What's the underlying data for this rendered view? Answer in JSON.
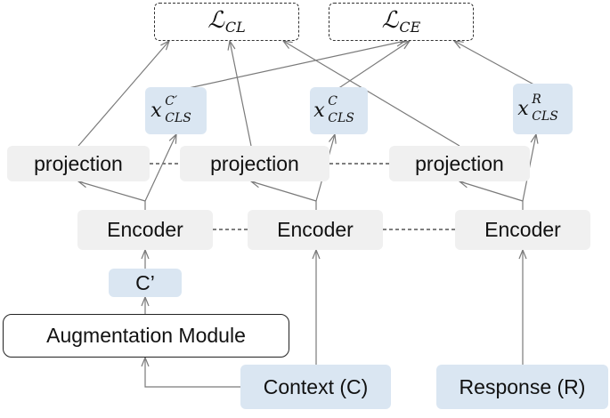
{
  "losses": {
    "cl": {
      "symbol": "ℒ",
      "subscript": "CL"
    },
    "ce": {
      "symbol": "ℒ",
      "subscript": "CE"
    }
  },
  "cls_tokens": {
    "c_prime": {
      "base": "x",
      "sup": "C′",
      "sub": "CLS"
    },
    "c": {
      "base": "x",
      "sup": "C",
      "sub": "CLS"
    },
    "r": {
      "base": "x",
      "sup": "R",
      "sub": "CLS"
    }
  },
  "projection": {
    "label": "projection"
  },
  "encoder": {
    "label": "Encoder"
  },
  "c_prime": {
    "label": "C’"
  },
  "augmentation": {
    "label": "Augmentation Module"
  },
  "context": {
    "label": "Context (C)"
  },
  "response": {
    "label": "Response (R)"
  },
  "colors": {
    "blue_box": "#dae6f2",
    "gray_box": "#f0f0f0",
    "arrow": "#7a7a7a"
  }
}
